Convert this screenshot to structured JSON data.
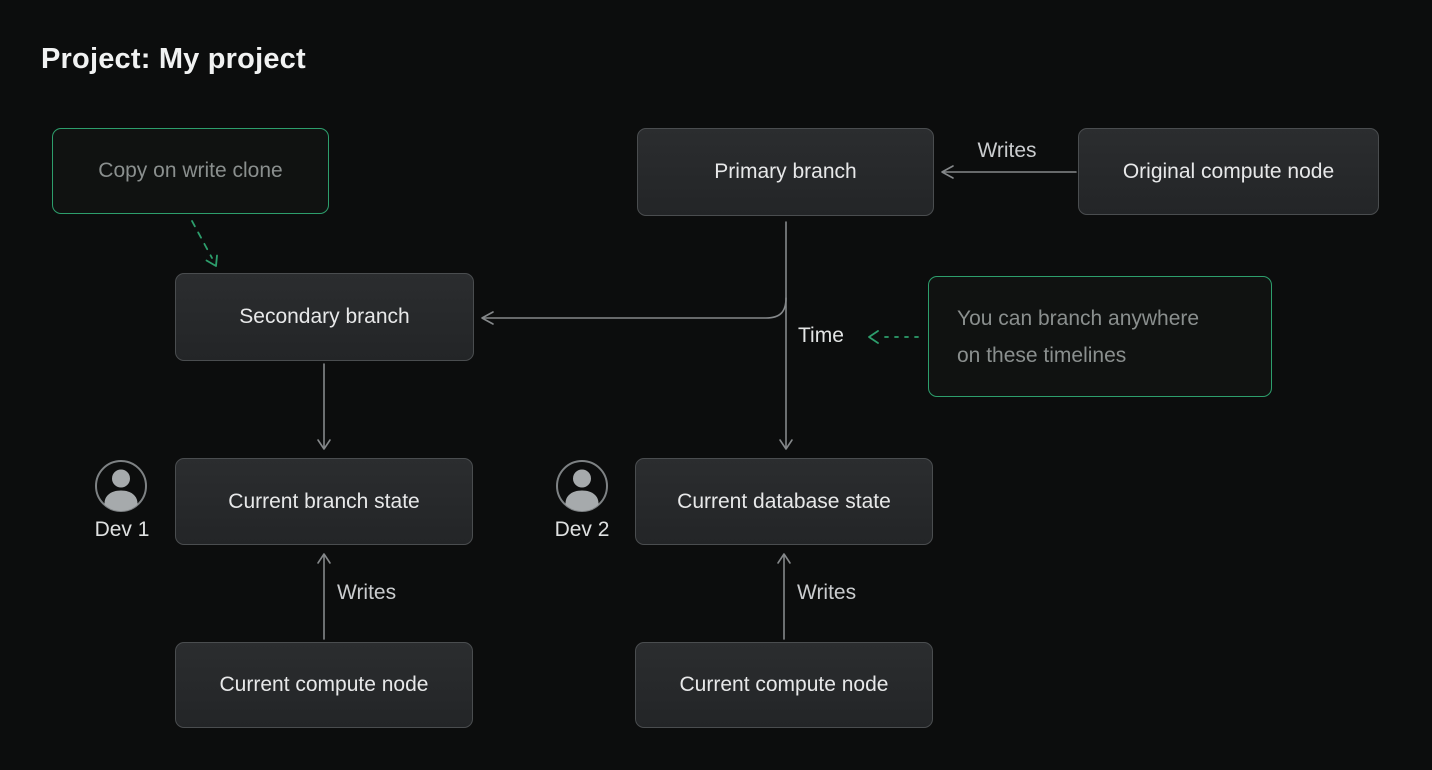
{
  "title": "Project: My project",
  "nodes": {
    "primary_branch": "Primary branch",
    "original_compute_node": "Original compute node",
    "secondary_branch": "Secondary branch",
    "current_branch_state": "Current branch state",
    "current_database_state": "Current database state",
    "current_compute_node_left": "Current compute node",
    "current_compute_node_right": "Current compute node"
  },
  "callouts": {
    "copy_on_write_clone": "Copy on write clone",
    "branch_anywhere_line1": "You can branch anywhere",
    "branch_anywhere_line2": "on these timelines"
  },
  "labels": {
    "writes_top": "Writes",
    "time": "Time",
    "writes_left": "Writes",
    "writes_right": "Writes",
    "dev1": "Dev 1",
    "dev2": "Dev 2"
  },
  "colors": {
    "background": "#0c0d0d",
    "node_fill_top": "#2b2d2f",
    "node_fill_bottom": "#232527",
    "node_border": "#4a4d4f",
    "node_text": "#e7e8e9",
    "callout_border": "#2d9e6c",
    "callout_text": "#8a8f8e",
    "arrow_gray": "#85888a",
    "arrow_green": "#2d9e6c",
    "title_text": "#f1f2f2"
  }
}
